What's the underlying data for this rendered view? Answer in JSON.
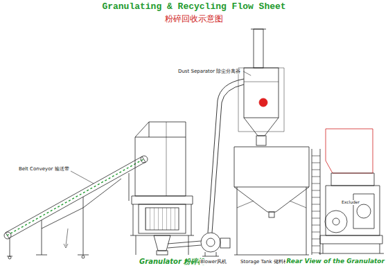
{
  "diagram": {
    "title": "Granulating & Recycling Flow Sheet",
    "labels": [
      "粉碎回收示意图",
      "Belt Conveyor 输送带",
      "Granulator 粉碎机",
      "Dust Separator 除尘分离器",
      "Blower风机",
      "Storage Tank 储料桶",
      "Rear View of the Granulator",
      "Excluder"
    ]
  }
}
